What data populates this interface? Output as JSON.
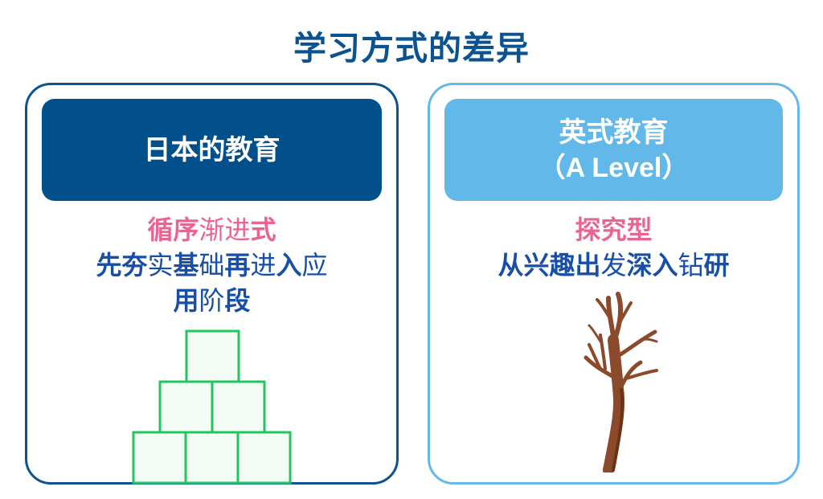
{
  "title": "学习方式的差异",
  "colors": {
    "title": "#0a5290",
    "left_border": "#0c5391",
    "left_header": "#01508b",
    "right_border": "#64b9ea",
    "right_header": "#62b8e8",
    "accent_pink": "#ea6490",
    "text_blue": "#174fa8",
    "block_stroke": "#22c55e",
    "block_fill": "#f3fdf6",
    "tree_brown": "#8b4a2b"
  },
  "left": {
    "header": "日本的教育",
    "subtitle": {
      "b1": "循序",
      "n1": "渐进",
      "b2": "式"
    },
    "line2": {
      "b1": "先夯",
      "n1": "实",
      "b2": "基",
      "n2": "础",
      "b3": "再",
      "n3": "进",
      "b4": "入",
      "n4": "应"
    },
    "line3": {
      "b1": "用",
      "n1": "阶",
      "b2": "段"
    },
    "illustration": "block-pyramid-icon"
  },
  "right": {
    "header_line1": "英式教育",
    "header_line2": "（A Level）",
    "subtitle": "探究型",
    "line2": {
      "b1": "从兴趣出",
      "n1": "发",
      "b2": "深入",
      "n2": "钻",
      "b3": "研"
    },
    "illustration": "bare-tree-icon"
  }
}
